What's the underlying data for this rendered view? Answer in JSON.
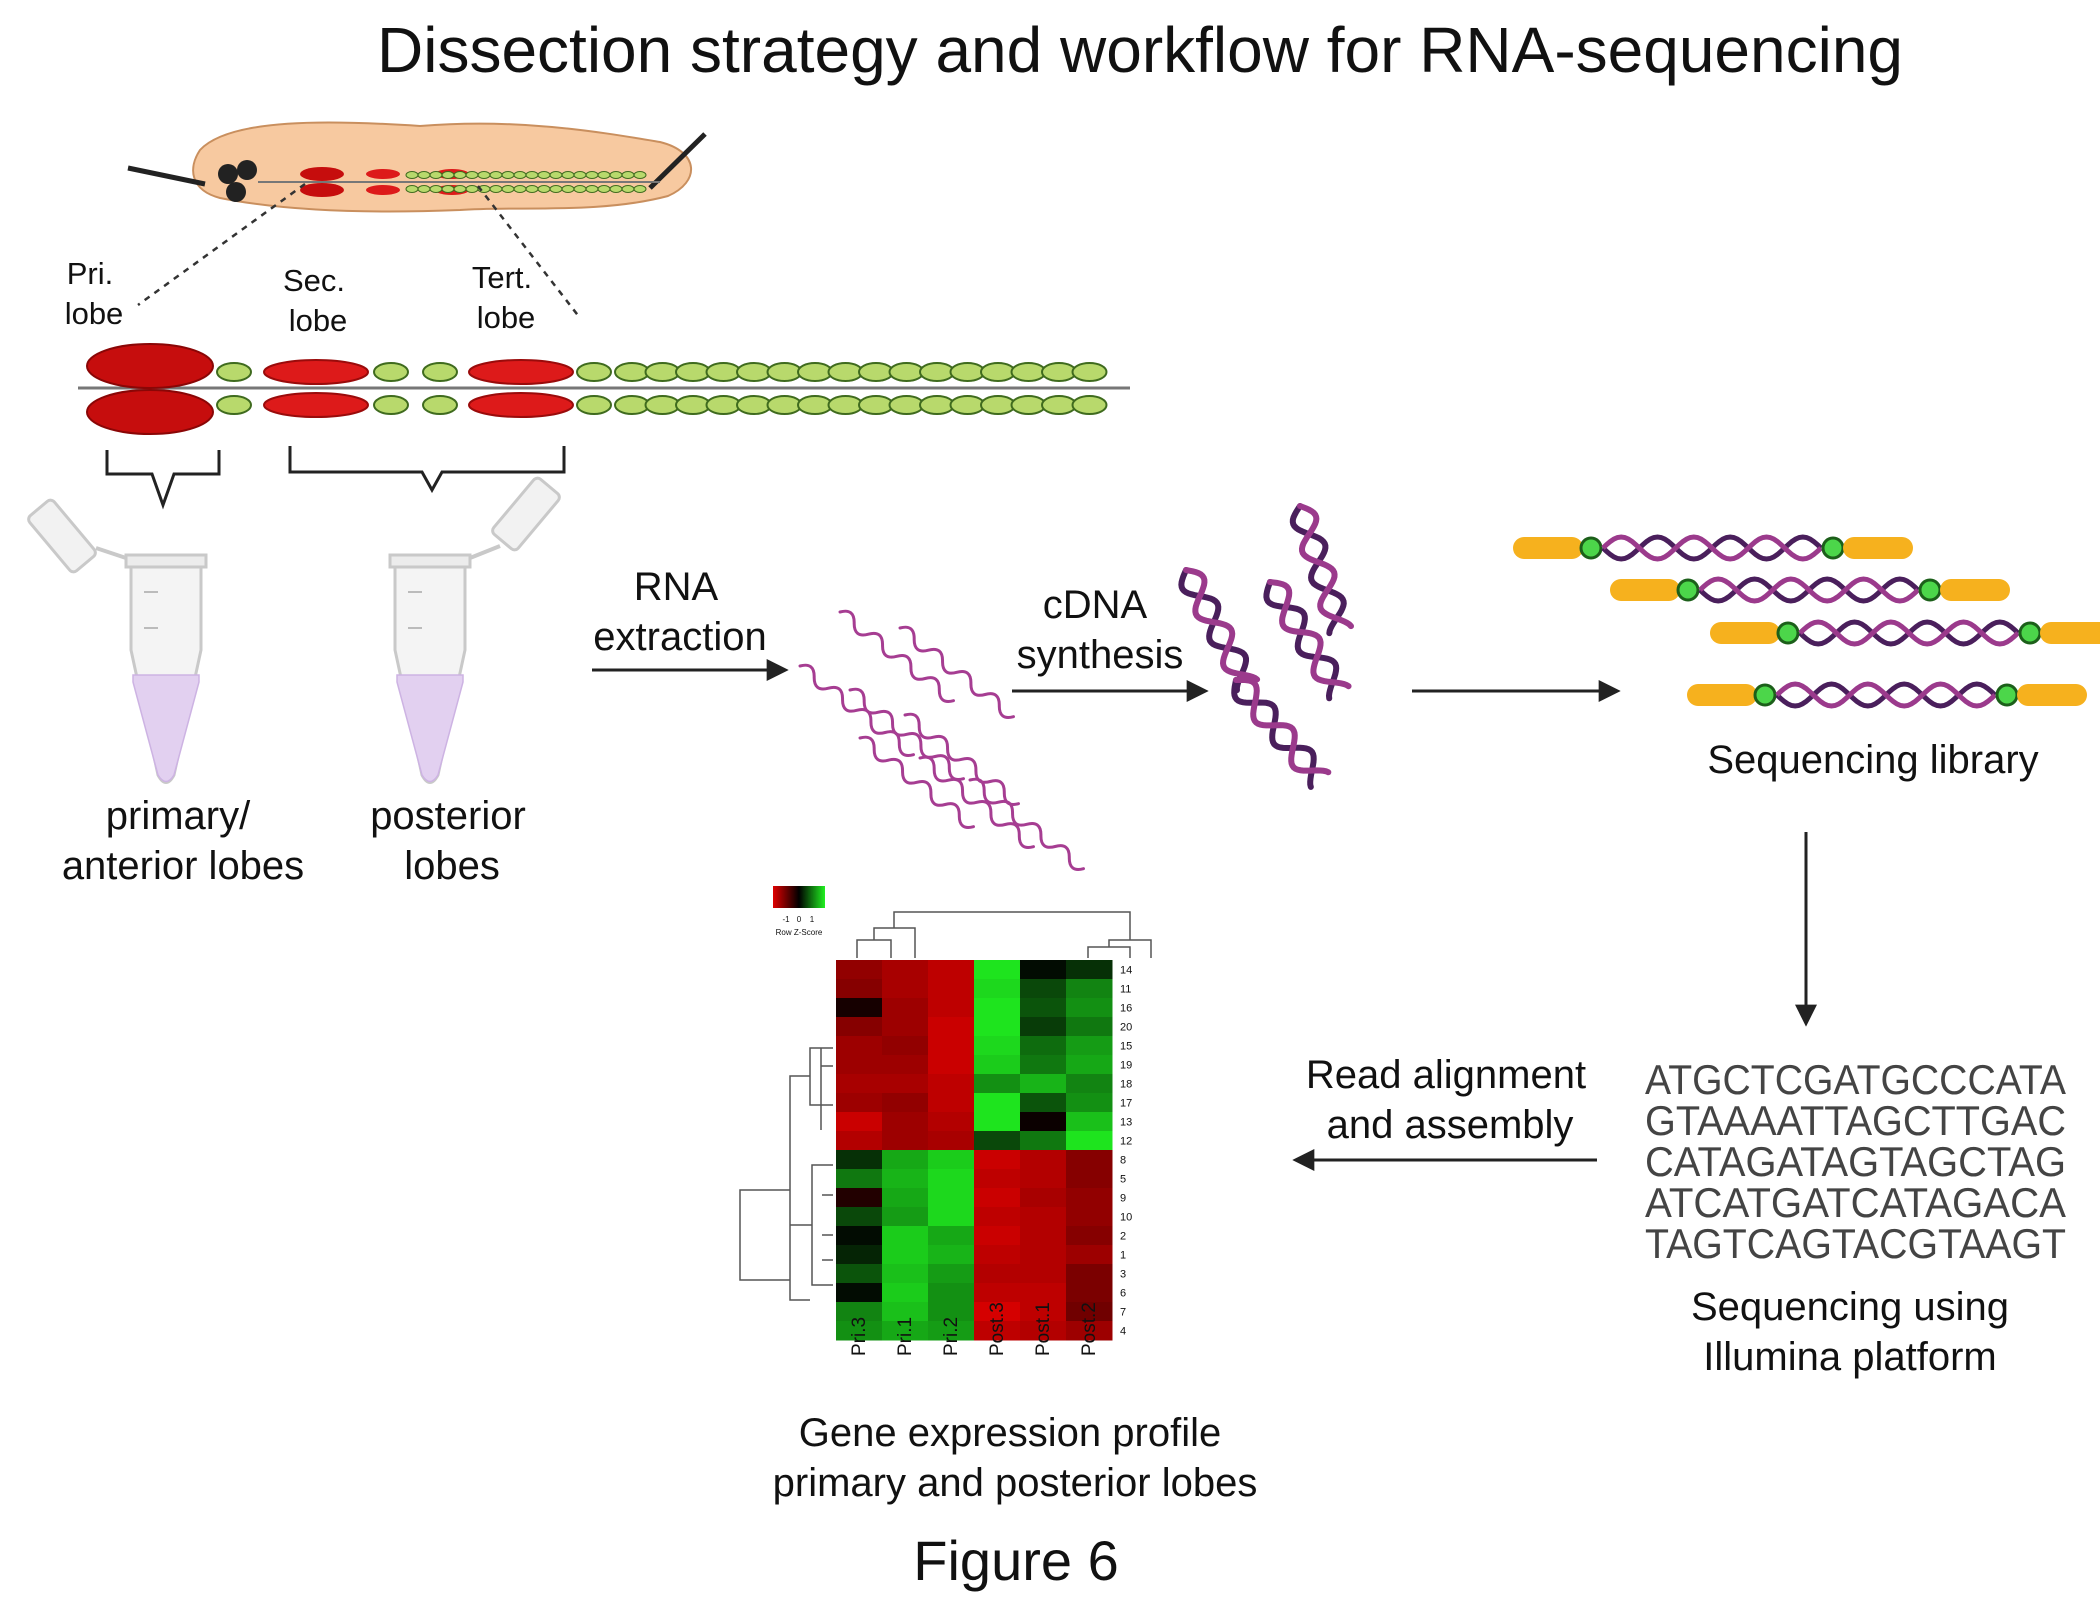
{
  "title": "Dissection strategy and workflow for RNA-sequencing",
  "figure_label": "Figure 6",
  "lobe_labels": {
    "pri": [
      "Pri.",
      "lobe"
    ],
    "sec": [
      "Sec.",
      "lobe"
    ],
    "tert": [
      "Tert.",
      "lobe"
    ]
  },
  "tube_labels": {
    "primary": [
      "primary/",
      "anterior lobes"
    ],
    "posterior": [
      "posterior",
      "lobes"
    ]
  },
  "steps": {
    "rna_extraction": [
      "RNA",
      "extraction"
    ],
    "cdna_synthesis": [
      "cDNA",
      "synthesis"
    ],
    "sequencing_library": "Sequencing library",
    "sequencing": [
      "Sequencing using",
      "Illumina platform"
    ],
    "read_alignment": [
      "Read alignment",
      "and assembly"
    ],
    "gene_expression": [
      "Gene expression profile",
      "primary and posterior lobes"
    ]
  },
  "sequences": [
    "ATGCTCGATGCCCATA",
    "GTAAAATTAGCTTGAC",
    "CATAGATAGTAGCTAG",
    "ATCATGATCATAGACA",
    "TAGTCAGTACGTAAGT"
  ],
  "heatmap": {
    "color_key_ticks": [
      "-1",
      "0",
      "1"
    ],
    "color_key_label": "Row Z-Score",
    "columns": [
      "Pri.3",
      "Pri.1",
      "Pri.2",
      "Post.3",
      "Post.1",
      "Post.2"
    ],
    "rows": [
      "14",
      "11",
      "16",
      "20",
      "15",
      "19",
      "18",
      "17",
      "13",
      "12",
      "8",
      "5",
      "9",
      "10",
      "2",
      "1",
      "3",
      "6",
      "7",
      "4"
    ],
    "z_scores": [
      [
        -0.65,
        -0.75,
        -0.85,
        0.95,
        0.05,
        0.2
      ],
      [
        -0.6,
        -0.75,
        -0.85,
        0.9,
        0.3,
        0.55
      ],
      [
        -0.1,
        -0.7,
        -0.85,
        0.95,
        0.35,
        0.6
      ],
      [
        -0.6,
        -0.7,
        -0.9,
        0.95,
        0.25,
        0.5
      ],
      [
        -0.7,
        -0.65,
        -0.9,
        0.9,
        0.45,
        0.65
      ],
      [
        -0.7,
        -0.7,
        -0.9,
        0.85,
        0.5,
        0.7
      ],
      [
        -0.75,
        -0.75,
        -0.85,
        0.6,
        0.75,
        0.55
      ],
      [
        -0.7,
        -0.65,
        -0.85,
        0.95,
        0.35,
        0.6
      ],
      [
        -0.9,
        -0.7,
        -0.8,
        0.95,
        -0.05,
        0.8
      ],
      [
        -0.8,
        -0.7,
        -0.75,
        0.3,
        0.5,
        0.95
      ],
      [
        0.2,
        0.7,
        0.85,
        -0.9,
        -0.8,
        -0.6
      ],
      [
        0.5,
        0.75,
        0.9,
        -0.85,
        -0.8,
        -0.6
      ],
      [
        -0.15,
        0.7,
        0.9,
        -0.9,
        -0.75,
        -0.65
      ],
      [
        0.3,
        0.65,
        0.9,
        -0.85,
        -0.8,
        -0.65
      ],
      [
        0.05,
        0.85,
        0.7,
        -0.9,
        -0.8,
        -0.6
      ],
      [
        0.15,
        0.85,
        0.75,
        -0.85,
        -0.8,
        -0.7
      ],
      [
        0.35,
        0.8,
        0.65,
        -0.8,
        -0.8,
        -0.55
      ],
      [
        0.05,
        0.85,
        0.6,
        -0.85,
        -0.85,
        -0.55
      ],
      [
        0.55,
        0.8,
        0.6,
        -0.95,
        -0.85,
        -0.5
      ],
      [
        0.6,
        0.7,
        0.65,
        -0.85,
        -0.8,
        -0.7
      ]
    ]
  },
  "colors": {
    "body": "#f7c9a0",
    "body_outline": "#c98f5e",
    "lobe_red": "#dd1a1a",
    "lobe_dark_red": "#c60d0d",
    "posterior_lobe_green": "#b8d96c",
    "posterior_lobe_outline": "#3f6b1e",
    "rna_purple": "#a63d92",
    "dna_dark": "#4a1f5c",
    "dna_purple": "#9b3a8c",
    "adapter_orange": "#f6b11e",
    "adapter_green": "#4cd64a",
    "tube_liquid": "#e2d0f0",
    "heatmap_red": "#e00000",
    "heatmap_green": "#20f020"
  }
}
